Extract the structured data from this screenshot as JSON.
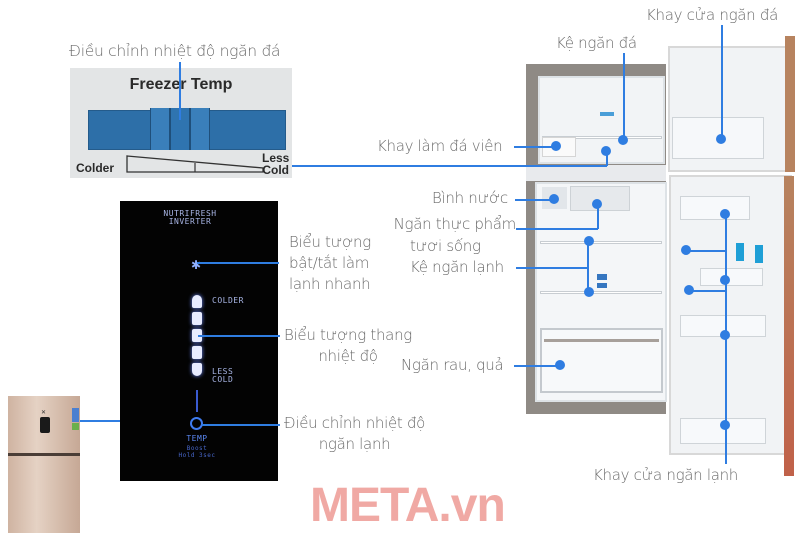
{
  "freezer_temp_panel": {
    "caption": "Điều chỉnh nhiệt độ ngăn đá",
    "title": "Freezer Temp",
    "left_label": "Colder",
    "right_label_line1": "Less",
    "right_label_line2": "Cold"
  },
  "control_panel": {
    "brand_line1": "NUTRIFRESH",
    "brand_line2": "INVERTER",
    "icon_snowflake": "snowflake-icon",
    "level_top": "COLDER",
    "level_bottom_line1": "LESS",
    "level_bottom_line2": "COLD",
    "button_label": "TEMP",
    "button_sub1": "Boost",
    "button_sub2": "Hold 3sec"
  },
  "left_labels": {
    "quick_cool_line1": "Biểu tượng",
    "quick_cool_line2": "bật/tắt làm",
    "quick_cool_line3": "lạnh nhanh",
    "temp_scale_line1": "Biểu tượng thang",
    "temp_scale_line2": "nhiệt độ",
    "fridge_temp_line1": "Điều chỉnh nhiệt độ",
    "fridge_temp_line2": "ngăn lạnh"
  },
  "fridge_labels": {
    "freezer_door_tray": "Khay cửa ngăn đá",
    "freezer_shelf": "Kệ ngăn đá",
    "ice_tray": "Khay làm đá viên",
    "water_jug": "Bình nước",
    "fresh_food_line1": "Ngăn thực phẩm",
    "fresh_food_line2": "tươi sống",
    "fridge_shelf": "Kệ ngăn lạnh",
    "crisper": "Ngăn rau, quả",
    "fridge_door_tray": "Khay cửa ngăn lạnh"
  },
  "watermark": "META.vn",
  "colors": {
    "accent_line": "#2f7de1",
    "label_text": "#6b6b6b",
    "watermark": "#f0a9a4",
    "panel_slider": "#2d6fa8"
  }
}
